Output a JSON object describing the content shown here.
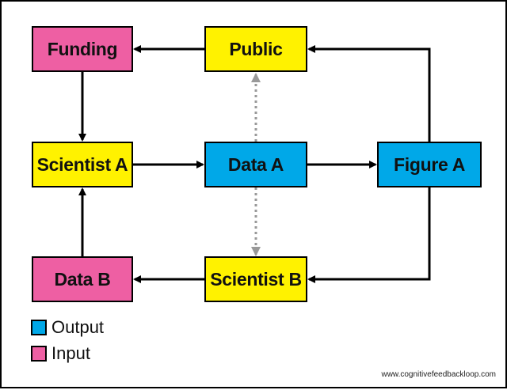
{
  "colors": {
    "output": "#00a8e8",
    "input": "#ee5fa3",
    "actor": "#fff200",
    "line": "#000000",
    "dotted": "#999999"
  },
  "nodes": {
    "funding": "Funding",
    "public": "Public",
    "scientist_a": "Scientist A",
    "data_a": "Data A",
    "figure_a": "Figure A",
    "data_b": "Data B",
    "scientist_b": "Scientist B"
  },
  "legend": {
    "output": "Output",
    "input": "Input"
  },
  "footer": "www.cognitivefeedbackloop.com"
}
